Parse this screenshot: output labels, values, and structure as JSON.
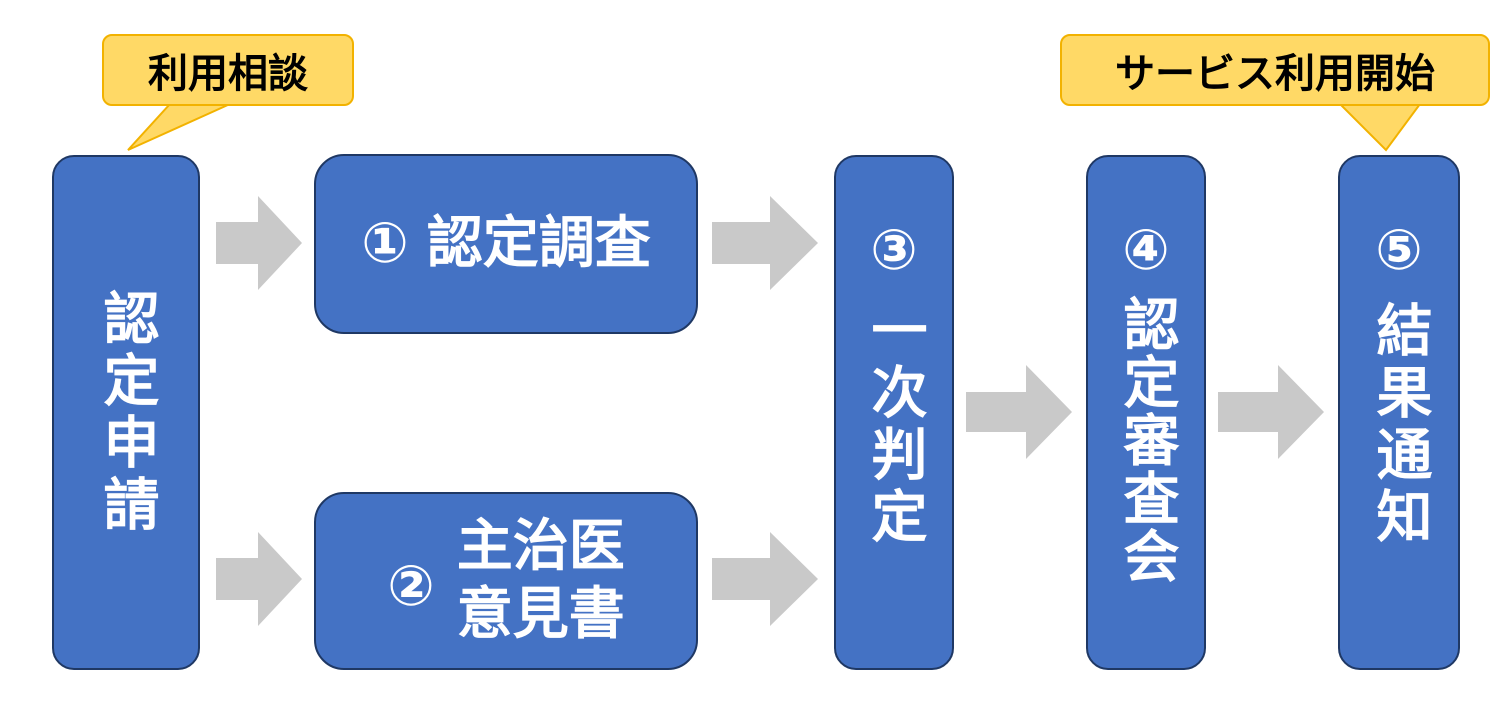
{
  "colors": {
    "box_fill": "#4472c4",
    "box_border": "#1f3864",
    "callout_fill": "#ffd966",
    "callout_border": "#f2b200",
    "arrow_fill": "#c9c9c9"
  },
  "callouts": {
    "consultation": "利用相談",
    "service_start": "サービス利用開始"
  },
  "steps": {
    "application": {
      "label": "認定申請"
    },
    "survey": {
      "number": "①",
      "label": "認定調査"
    },
    "doctor_opinion": {
      "number": "②",
      "label_line1": "主治医",
      "label_line2": "意見書"
    },
    "primary_judgment": {
      "number": "③",
      "label": "一次判定"
    },
    "committee": {
      "number": "④",
      "label": "認定審査会"
    },
    "notice": {
      "number": "⑤",
      "label": "結果通知"
    }
  }
}
